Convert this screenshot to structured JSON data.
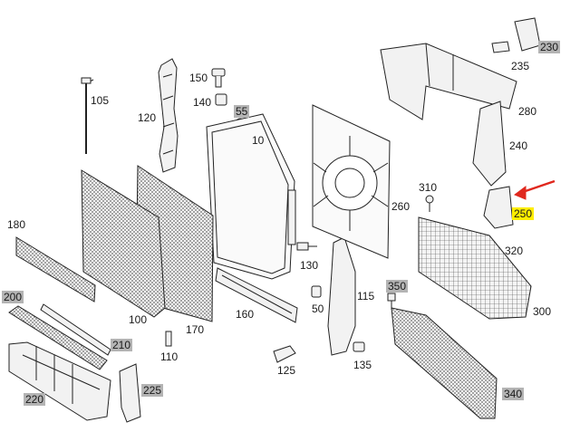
{
  "diagram": {
    "colors": {
      "ink": "#222222",
      "part_fill": "#f2f2f2",
      "box_label": "#b4b4b4",
      "highlight": "#ffee00",
      "arrow": "#e0281e"
    },
    "callouts": [
      {
        "id": "105",
        "style": "plain"
      },
      {
        "id": "120",
        "style": "plain"
      },
      {
        "id": "150",
        "style": "plain"
      },
      {
        "id": "140",
        "style": "plain"
      },
      {
        "id": "55",
        "style": "boxed"
      },
      {
        "id": "10",
        "style": "plain"
      },
      {
        "id": "180",
        "style": "plain"
      },
      {
        "id": "200",
        "style": "boxed"
      },
      {
        "id": "100",
        "style": "plain"
      },
      {
        "id": "170",
        "style": "plain"
      },
      {
        "id": "210",
        "style": "boxed"
      },
      {
        "id": "110",
        "style": "plain"
      },
      {
        "id": "220",
        "style": "boxed"
      },
      {
        "id": "225",
        "style": "boxed"
      },
      {
        "id": "160",
        "style": "plain"
      },
      {
        "id": "130",
        "style": "plain"
      },
      {
        "id": "50",
        "style": "plain"
      },
      {
        "id": "125",
        "style": "plain"
      },
      {
        "id": "115",
        "style": "plain"
      },
      {
        "id": "135",
        "style": "plain"
      },
      {
        "id": "260",
        "style": "plain"
      },
      {
        "id": "350",
        "style": "boxed"
      },
      {
        "id": "230",
        "style": "boxed"
      },
      {
        "id": "235",
        "style": "plain"
      },
      {
        "id": "280",
        "style": "plain"
      },
      {
        "id": "240",
        "style": "plain"
      },
      {
        "id": "310",
        "style": "plain"
      },
      {
        "id": "250",
        "style": "highlight"
      },
      {
        "id": "320",
        "style": "plain"
      },
      {
        "id": "300",
        "style": "plain"
      },
      {
        "id": "340",
        "style": "boxed"
      }
    ]
  }
}
